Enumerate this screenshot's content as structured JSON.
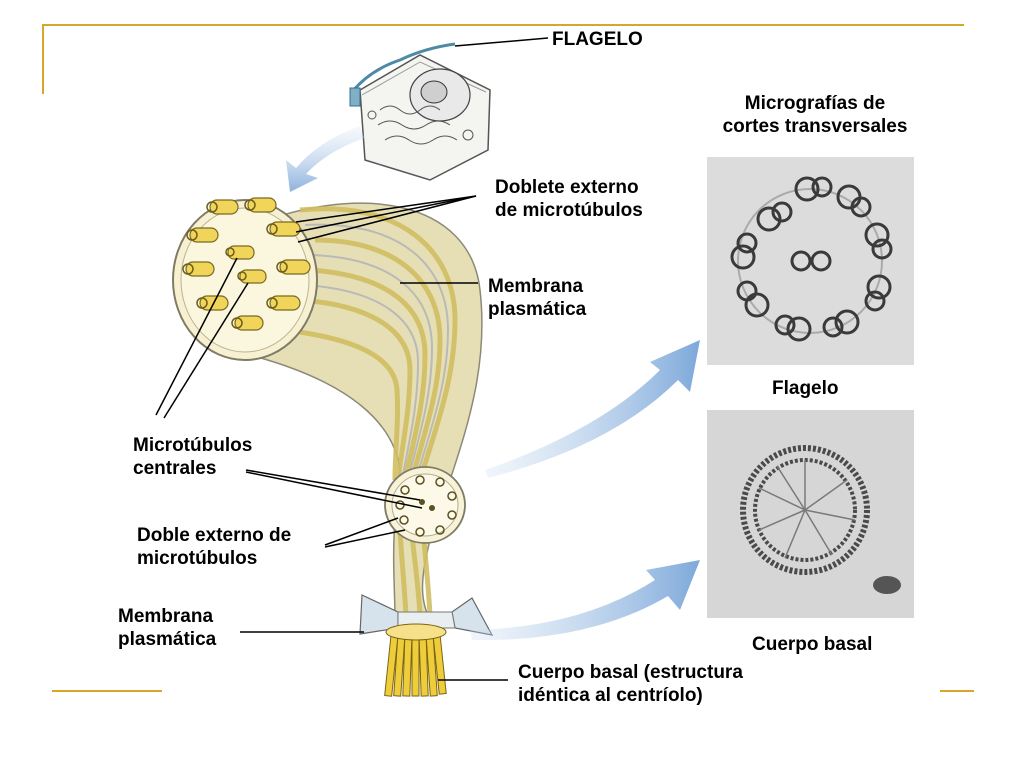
{
  "labels": {
    "flagelo_title": "FLAGELO",
    "micrografias_1": "Micrografías de",
    "micrografias_2": "cortes transversales",
    "doblete_1": "Doblete externo",
    "doblete_2": "de microtúbulos",
    "membrana_top_1": "Membrana",
    "membrana_top_2": "plasmática",
    "flagelo_caption": "Flagelo",
    "microtubulos_1": "Microtúbulos",
    "microtubulos_2": "centrales",
    "doble_1": "Doble externo de",
    "doble_2": "microtúbulos",
    "membrana_bot_1": "Membrana",
    "membrana_bot_2": "plasmática",
    "cuerpo_caption": "Cuerpo basal",
    "cuerpo_1": "Cuerpo basal (estructura",
    "cuerpo_2": "idéntica al centríolo)"
  },
  "colors": {
    "accent": "#d9a52a",
    "tubule_yellow": "#f1d45a",
    "sheath": "#d9dcc4",
    "arrow_blue": "#7ea6d4",
    "micrograph_bg": "#d6d6d6"
  }
}
